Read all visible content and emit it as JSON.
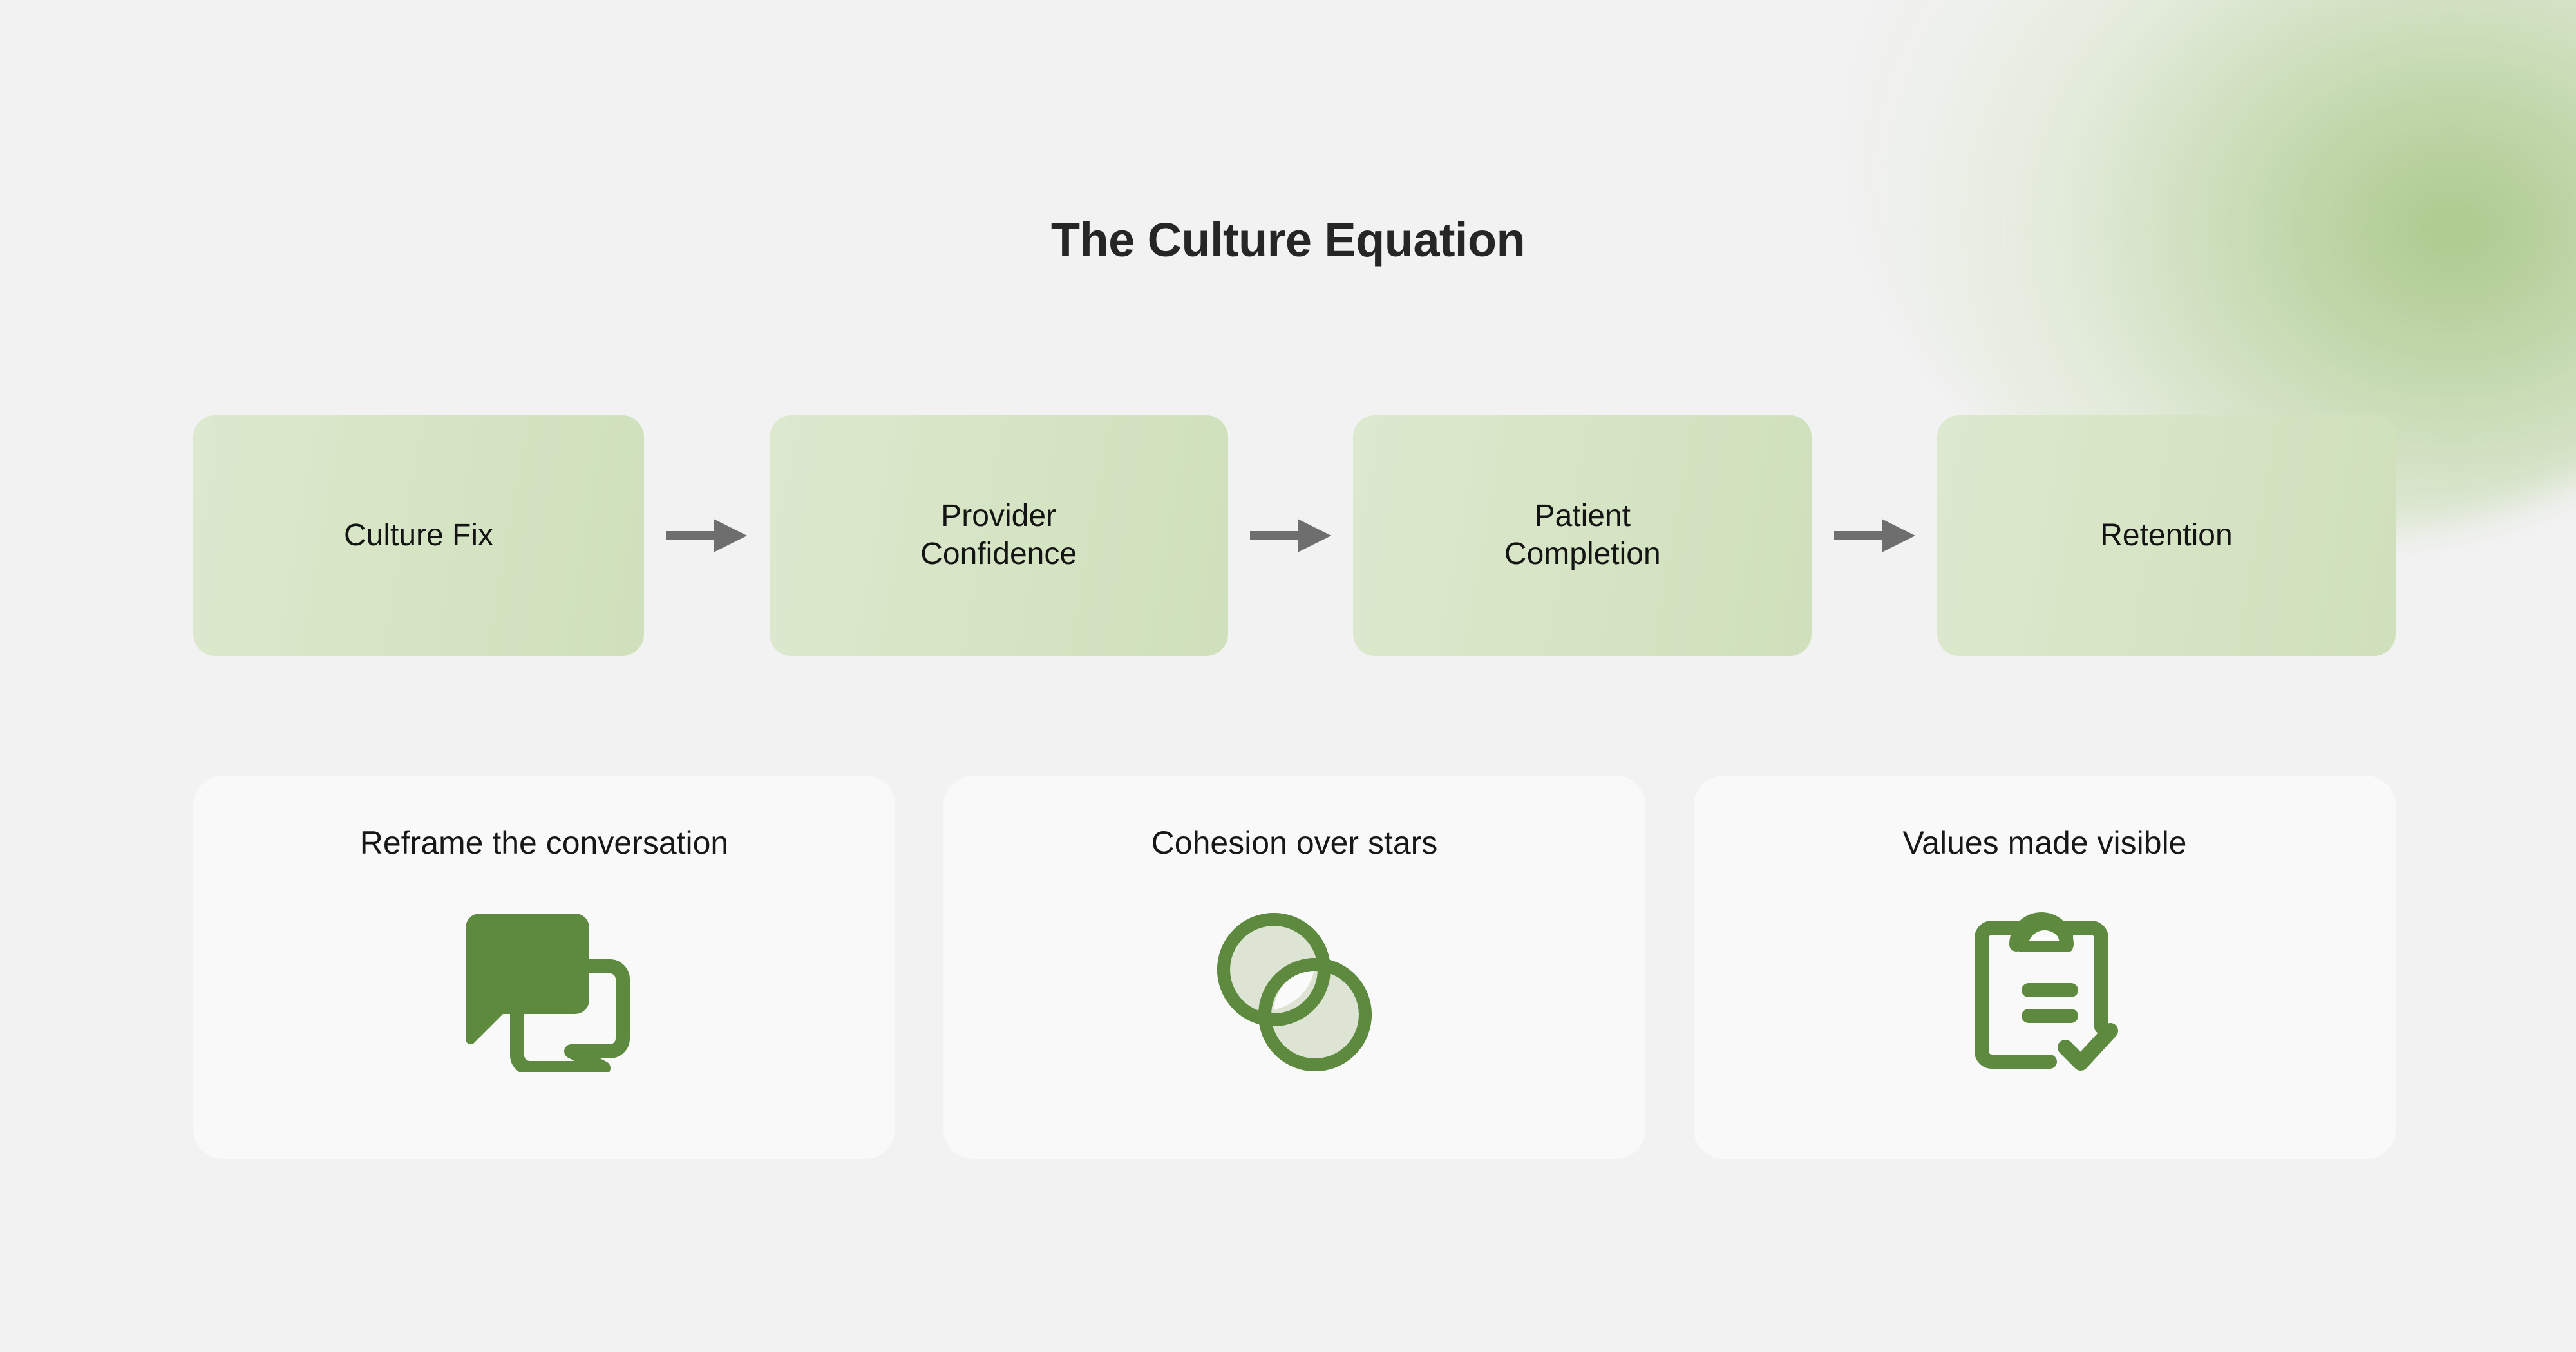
{
  "page": {
    "title": "The Culture Equation",
    "background_color": "#f2f2f2",
    "accent_color": "#5e8a3f",
    "box_gradient_from": "#dde9cf",
    "box_gradient_to": "#cfe0bb",
    "arrow_color": "#6e6e6e",
    "card_background": "#f9f9f9",
    "title_color": "#262626"
  },
  "flow": {
    "arrow_icon": "arrow-right-icon",
    "steps": [
      {
        "lines": [
          "Culture Fix"
        ]
      },
      {
        "lines": [
          "Provider",
          "Confidence"
        ]
      },
      {
        "lines": [
          "Patient",
          "Completion"
        ]
      },
      {
        "lines": [
          "Retention"
        ]
      }
    ]
  },
  "cards": [
    {
      "title": "Reframe the conversation",
      "icon": "chat-bubbles-icon"
    },
    {
      "title": "Cohesion over stars",
      "icon": "interlocking-circles-icon"
    },
    {
      "title": "Values made visible",
      "icon": "clipboard-check-icon"
    }
  ]
}
